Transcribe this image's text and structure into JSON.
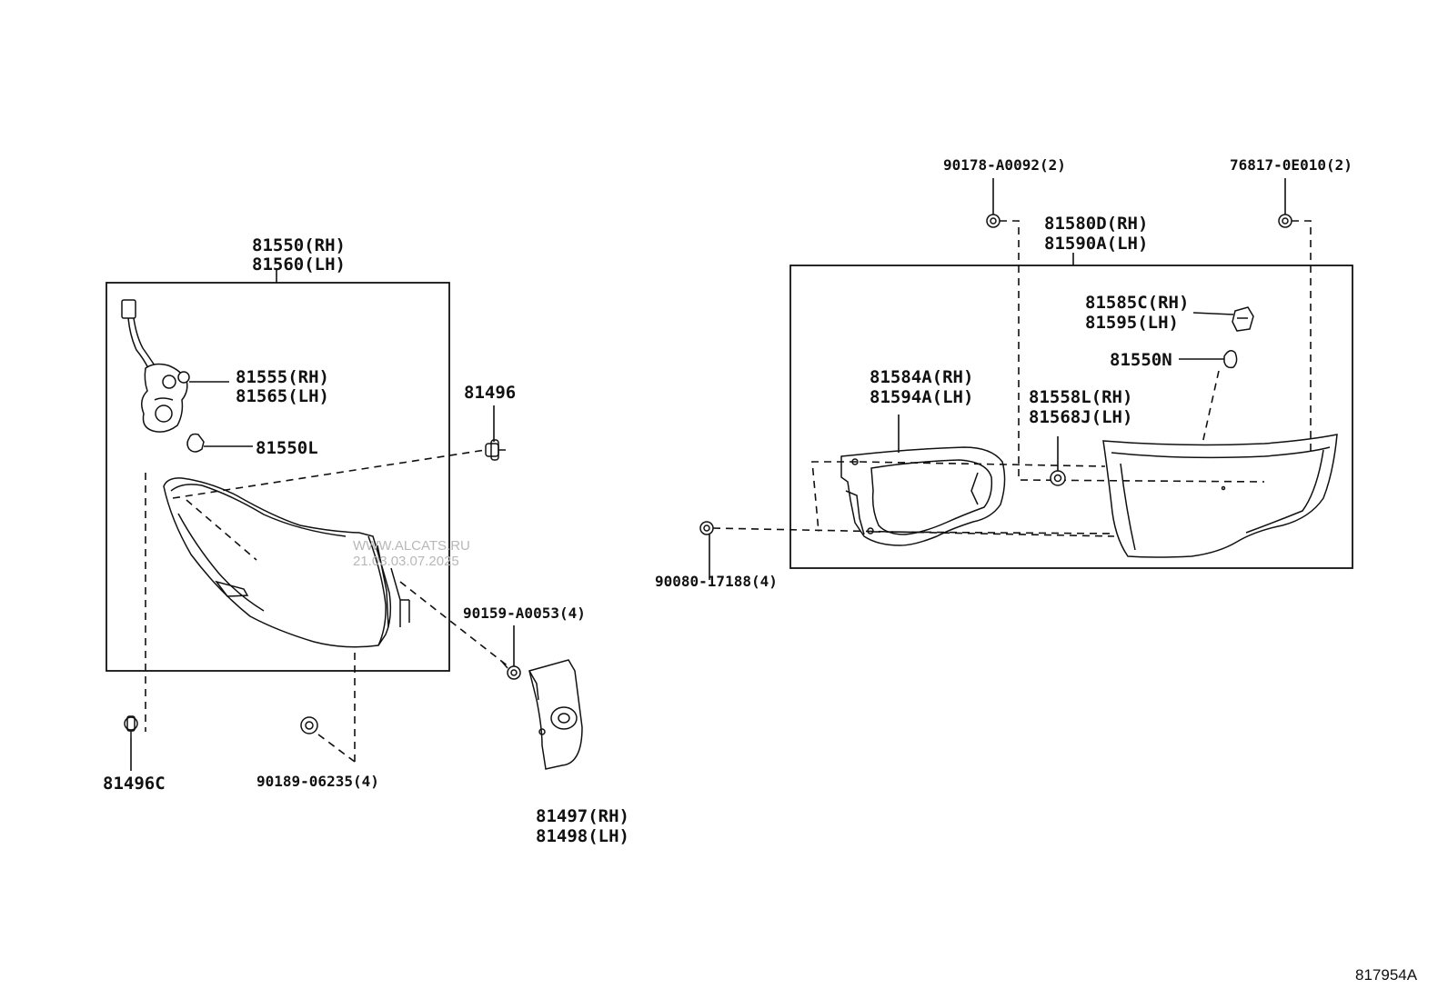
{
  "labels": {
    "p81550": "81550(RH)",
    "p81560": "81560(LH)",
    "p81555": "81555(RH)",
    "p81565": "81565(LH)",
    "p81550L": "81550L",
    "p81496": "81496",
    "p90159": "90159-A0053(4)",
    "p81496C": "81496C",
    "p90189": "90189-06235(4)",
    "p81497": "81497(RH)",
    "p81498": "81498(LH)",
    "p90178": "90178-A0092(2)",
    "p76817": "76817-0E010(2)",
    "p81580D": "81580D(RH)",
    "p81590A": "81590A(LH)",
    "p81585C": "81585C(RH)",
    "p81595": "81595(LH)",
    "p81550N": "81550N",
    "p81584A": "81584A(RH)",
    "p81594A": "81594A(LH)",
    "p81558L": "81558L(RH)",
    "p81568J": "81568J(LH)",
    "p90080": "90080-17188(4)"
  },
  "watermark": {
    "line1": "WWW.ALCATS.RU",
    "line2": "21.03.03.07.2025"
  },
  "diagram_ref": "817954A"
}
